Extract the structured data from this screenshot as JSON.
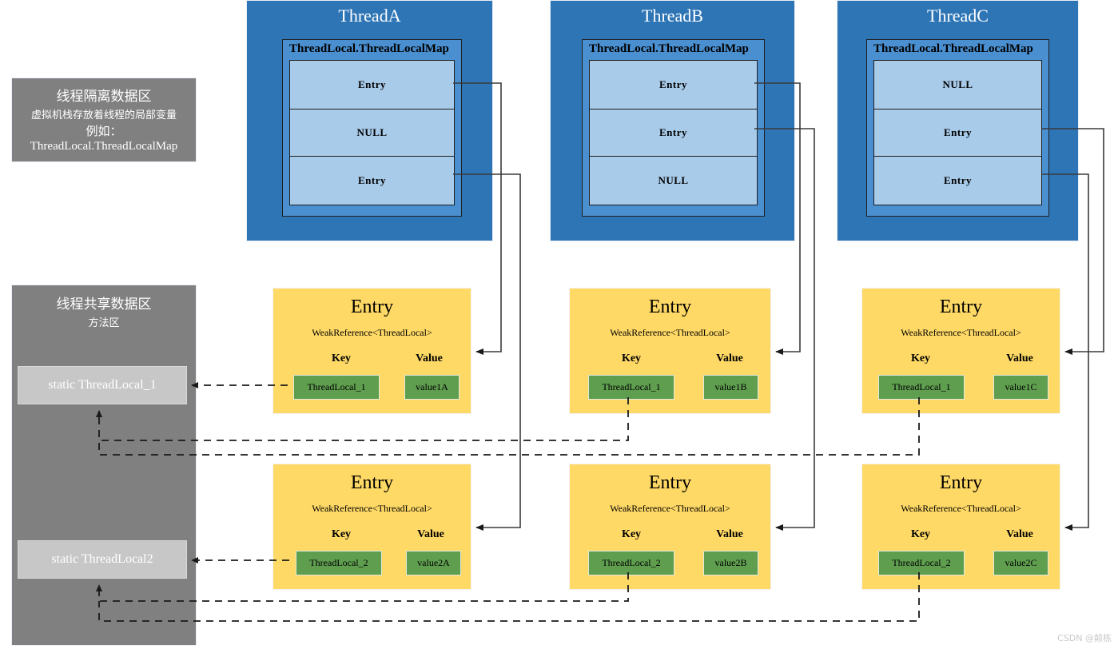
{
  "panels": {
    "isolated": {
      "line1": "线程隔离数据区",
      "line2": "虚拟机栈存放着线程的局部变量",
      "line3": "例如：",
      "line4": "ThreadLocal.ThreadLocalMap"
    },
    "shared": {
      "line1": "线程共享数据区",
      "line2": "方法区",
      "static_vars": [
        {
          "label": "static ThreadLocal_1"
        },
        {
          "label": "static ThreadLocal2"
        }
      ]
    }
  },
  "threads": [
    {
      "title": "ThreadA",
      "map_title": "ThreadLocal.ThreadLocalMap",
      "slots": [
        "Entry",
        "NULL",
        "Entry"
      ]
    },
    {
      "title": "ThreadB",
      "map_title": "ThreadLocal.ThreadLocalMap",
      "slots": [
        "Entry",
        "Entry",
        "NULL"
      ]
    },
    {
      "title": "ThreadC",
      "map_title": "ThreadLocal.ThreadLocalMap",
      "slots": [
        "NULL",
        "Entry",
        "Entry"
      ]
    }
  ],
  "entries": {
    "title": "Entry",
    "subtitle": "WeakReference<ThreadLocal>",
    "key_label": "Key",
    "value_label": "Value",
    "rows": [
      {
        "row": "top",
        "cells": [
          {
            "key": "ThreadLocal_1",
            "value": "value1A"
          },
          {
            "key": "ThreadLocal_1",
            "value": "value1B"
          },
          {
            "key": "ThreadLocal_1",
            "value": "value1C"
          }
        ]
      },
      {
        "row": "bottom",
        "cells": [
          {
            "key": "ThreadLocal_2",
            "value": "value2A"
          },
          {
            "key": "ThreadLocal_2",
            "value": "value2B"
          },
          {
            "key": "ThreadLocal_2",
            "value": "value2C"
          }
        ]
      }
    ]
  },
  "colors": {
    "thread_blue": "#2e75b6",
    "map_blue": "#4a8fd0",
    "slot_blue": "#a8cbea",
    "entry_yellow": "#ffd966",
    "chip_green": "#5f9e4f",
    "panel_grey": "#808080",
    "static_grey": "#c7c7c7"
  },
  "watermark": "CSDN @颠栋"
}
